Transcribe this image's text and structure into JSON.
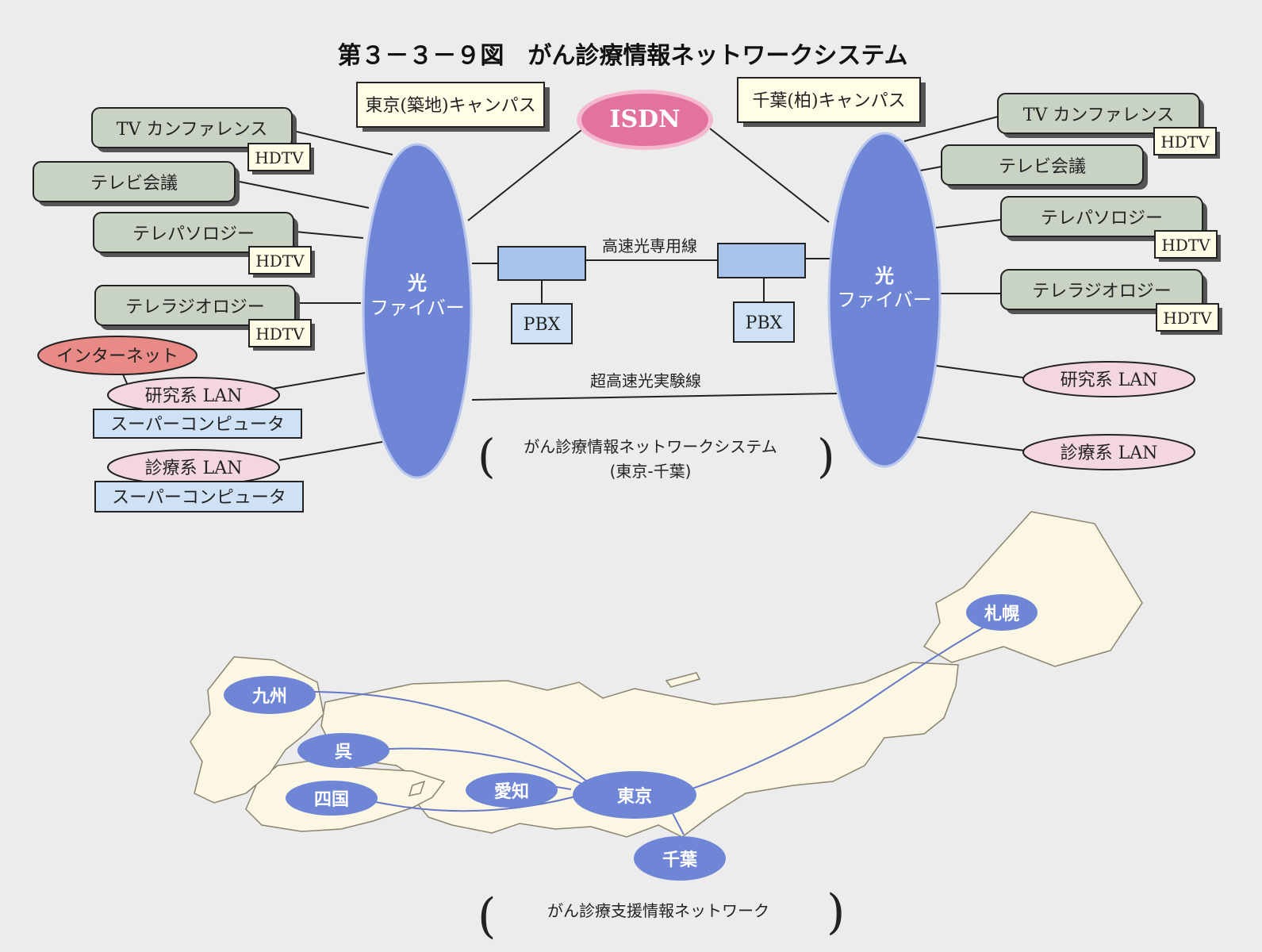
{
  "title": "第３－３－９図　がん診療情報ネットワークシステム",
  "top": {
    "campus_left": "東京(築地)キャンパス",
    "campus_right": "千葉(柏)キャンパス",
    "isdn": "ISDN",
    "fiber_left": [
      "光",
      "ファイバー"
    ],
    "fiber_right": [
      "光",
      "ファイバー"
    ],
    "line_dedicated": "高速光専用線",
    "line_experimental": "超高速光実験線",
    "pbx_left": "PBX",
    "pbx_right": "PBX",
    "caption_line1": "がん診療情報ネットワークシステム",
    "caption_line2": "(東京-千葉)",
    "left_items": {
      "tv_conference": "TV カンファレンス",
      "tv_conference_hdtv": "HDTV",
      "tv_meeting": "テレビ会議",
      "telepathology": "テレパソロジー",
      "telepathology_hdtv": "HDTV",
      "teleradiology": "テレラジオロジー",
      "teleradiology_hdtv": "HDTV",
      "internet": "インターネット",
      "research_lan": "研究系 LAN",
      "supercomputer_1": "スーパーコンピュータ",
      "clinical_lan": "診療系 LAN",
      "supercomputer_2": "スーパーコンピュータ"
    },
    "right_items": {
      "tv_conference": "TV カンファレンス",
      "tv_conference_hdtv": "HDTV",
      "tv_meeting": "テレビ会議",
      "telepathology": "テレパソロジー",
      "telepathology_hdtv": "HDTV",
      "teleradiology": "テレラジオロジー",
      "teleradiology_hdtv": "HDTV",
      "research_lan": "研究系 LAN",
      "clinical_lan": "診療系 LAN"
    }
  },
  "map": {
    "cities": {
      "sapporo": "札幌",
      "kyushu": "九州",
      "kure": "呉",
      "shikoku": "四国",
      "aichi": "愛知",
      "tokyo": "東京",
      "chiba": "千葉"
    },
    "caption": "がん診療支援情報ネットワーク"
  },
  "colors": {
    "fiber": "#6f86d6",
    "isdn": "#e57aa5",
    "internet": "#e88a86",
    "lan": "#f3d6e2",
    "device_box": "#c8d3c4",
    "hdtv_box": "#fffde6",
    "supercomputer": "#cfe2f5",
    "map_land": "#fbf7e2",
    "map_link": "#6678c8"
  }
}
